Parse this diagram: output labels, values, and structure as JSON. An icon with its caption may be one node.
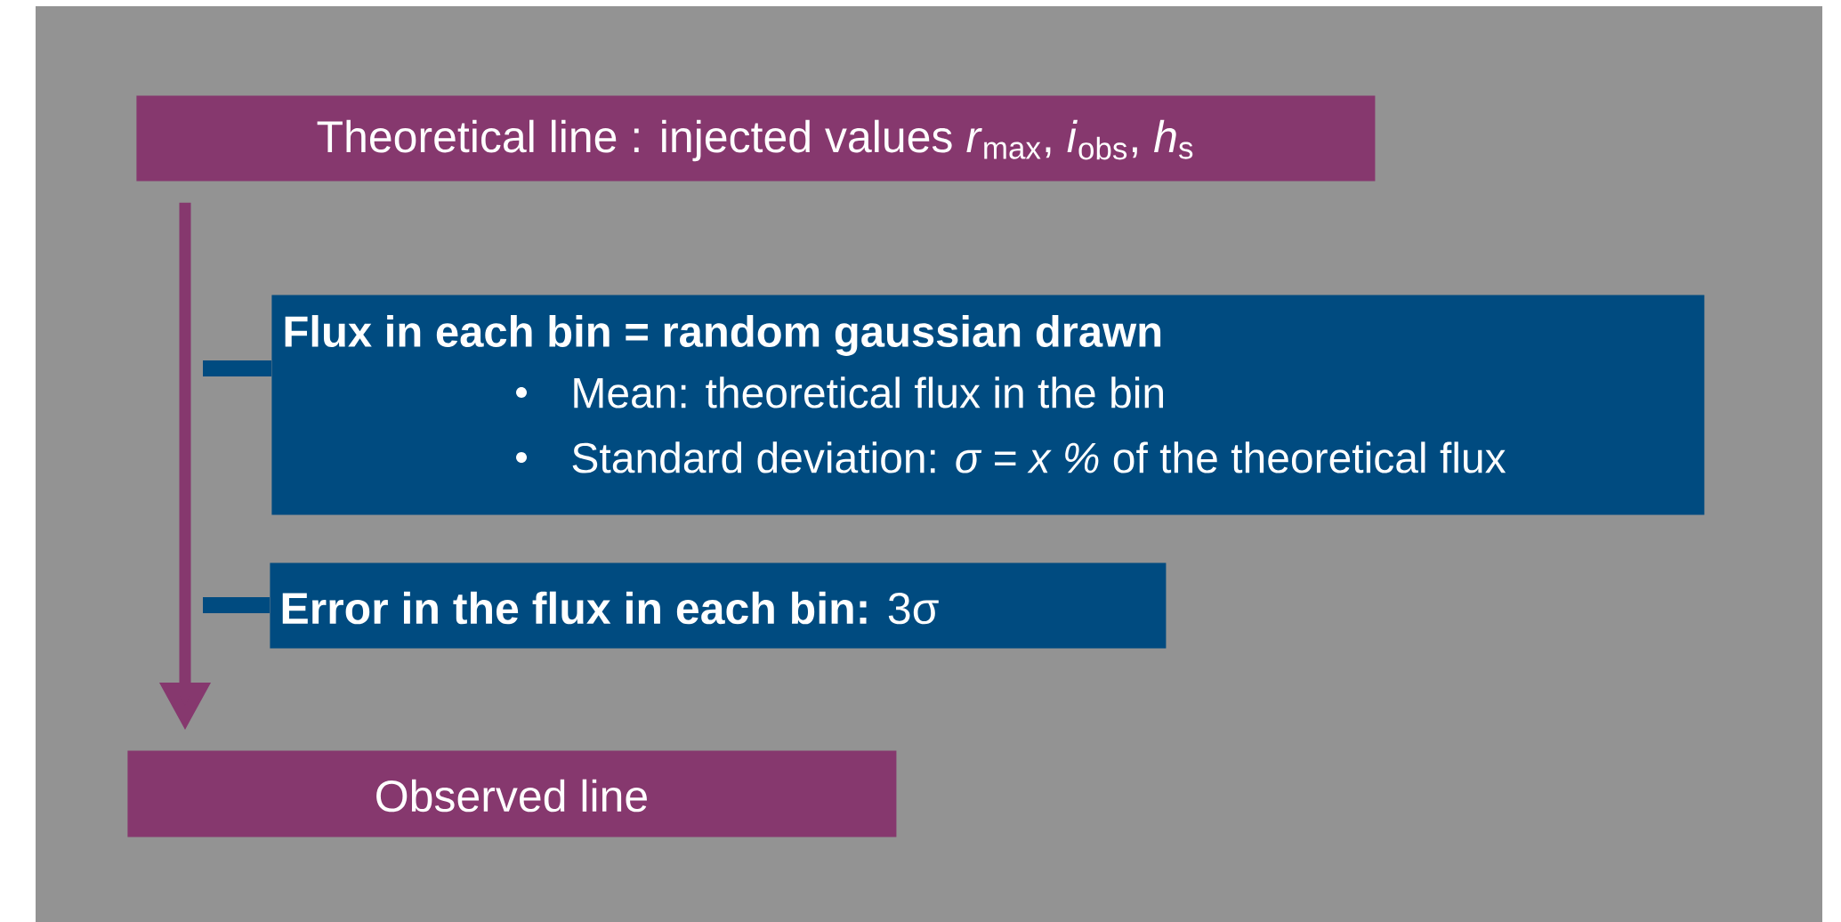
{
  "diagram": {
    "nodes": [
      {
        "text": [
          "Theoretical line : injected values *r*$_{max}$, *i*$_{obs}$, *h*$_{s}$"
        ]
      },
      {
        "text": [
          "Flux in each bin = random gaussian drawn",
          "Mean: theoretical flux in the bin",
          "Standard deviation: *σ = x %* of the theoretical flux"
        ]
      },
      {
        "text": [
          "**Error in the flux in each bin:** 3σ"
        ]
      },
      {
        "text": [
          "Observed line"
        ]
      }
    ],
    "edges": [
      {
        "from": 0,
        "to": 3,
        "arrow": "to",
        "color": "#86386e"
      },
      {
        "from": null,
        "to": 1,
        "arrow": "none",
        "color": "#004b80"
      },
      {
        "from": null,
        "to": 2,
        "arrow": "none",
        "color": "#004b80"
      }
    ]
  }
}
